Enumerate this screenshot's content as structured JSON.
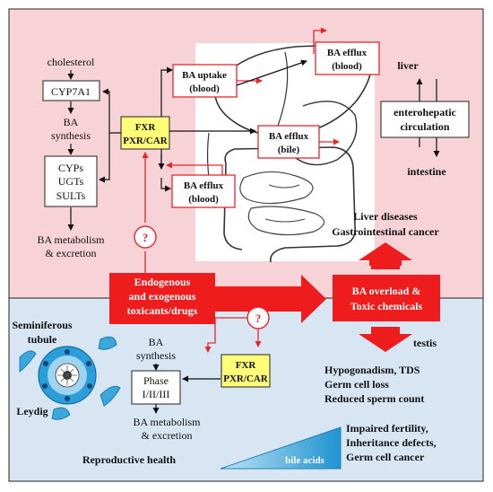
{
  "upper": {
    "cholesterol": "cholesterol",
    "cyp7a1": "CYP7A1",
    "ba_synthesis": [
      "BA",
      "synthesis"
    ],
    "enzymes": [
      "CYPs",
      "UGTs",
      "SULTs"
    ],
    "ba_metabolism": [
      "BA metabolism",
      "& excretion"
    ],
    "receptors": [
      "FXR",
      "PXR/CAR"
    ],
    "ba_uptake": [
      "BA uptake",
      "(blood)"
    ],
    "ba_efflux_top": [
      "BA efflux",
      "(blood)"
    ],
    "ba_efflux_bile": [
      "BA efflux",
      "(bile)"
    ],
    "ba_efflux_bottom": [
      "BA efflux",
      "(blood)"
    ],
    "liver": "liver",
    "intestine": "intestine",
    "circulation": [
      "enterohepatic",
      "circulation"
    ],
    "diseases": [
      "Liver diseases",
      "Gastrointestinal cancer"
    ],
    "question": "?"
  },
  "middle": {
    "toxicants": [
      "Endogenous",
      "and exogenous",
      "toxicants/drugs"
    ],
    "overload": [
      "BA overload &",
      "Toxic chemicals"
    ],
    "question": "?"
  },
  "lower": {
    "seminiferous": [
      "Seminiferous",
      "tubule"
    ],
    "leydig": "Leydig",
    "ba_synthesis": [
      "BA",
      "synthesis"
    ],
    "phase": [
      "Phase",
      "I/II/III"
    ],
    "receptors": [
      "FXR",
      "PXR/CAR"
    ],
    "ba_metabolism": [
      "BA metabolism",
      "& excretion"
    ],
    "testis": "testis",
    "effects": [
      "Hypogonadism, TDS",
      "Germ cell loss",
      "Reduced sperm count"
    ],
    "outcomes": [
      "Impaired fertility,",
      "Inheritance defects,",
      "Germ cell cancer"
    ],
    "reproductive": "Reproductive health",
    "bile_acids": "bile acids"
  },
  "colors": {
    "upper_bg": "#f7d3d7",
    "lower_bg": "#d8e6f4",
    "red": "#ee1c1c",
    "yellow": "#ffff77",
    "blue": "#2a9ed8"
  }
}
